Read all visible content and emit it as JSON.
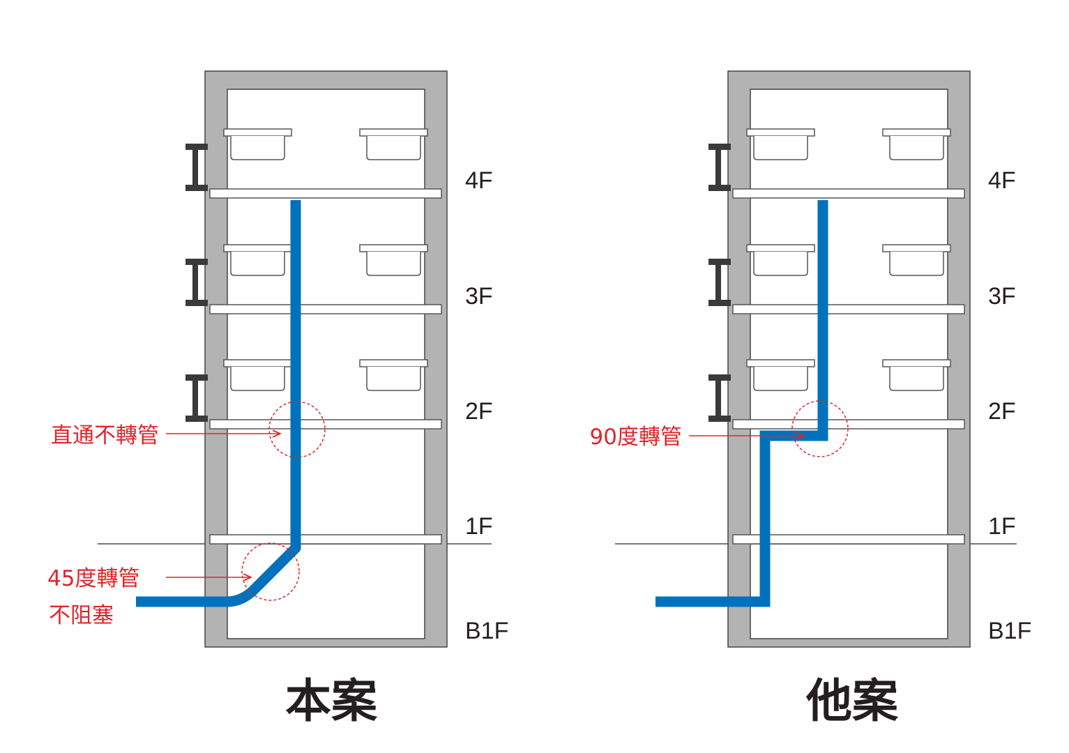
{
  "colors": {
    "wall": "#b3b3b3",
    "outline": "#444444",
    "pipe": "#0072bc",
    "annotation": "#e3242b",
    "bracket": "#3a3a3a",
    "text": "#231f20"
  },
  "buildings": [
    {
      "id": "left",
      "title": "本案",
      "floors": [
        "4F",
        "3F",
        "2F",
        "1F",
        "B1F"
      ],
      "annotations": [
        {
          "id": "straight",
          "label": "直通不轉管"
        },
        {
          "id": "bend45",
          "label": "45度轉管",
          "label2": "不阻塞"
        }
      ]
    },
    {
      "id": "right",
      "title": "他案",
      "floors": [
        "4F",
        "3F",
        "2F",
        "1F",
        "B1F"
      ],
      "annotations": [
        {
          "id": "bend90",
          "label": "90度轉管"
        }
      ]
    }
  ]
}
